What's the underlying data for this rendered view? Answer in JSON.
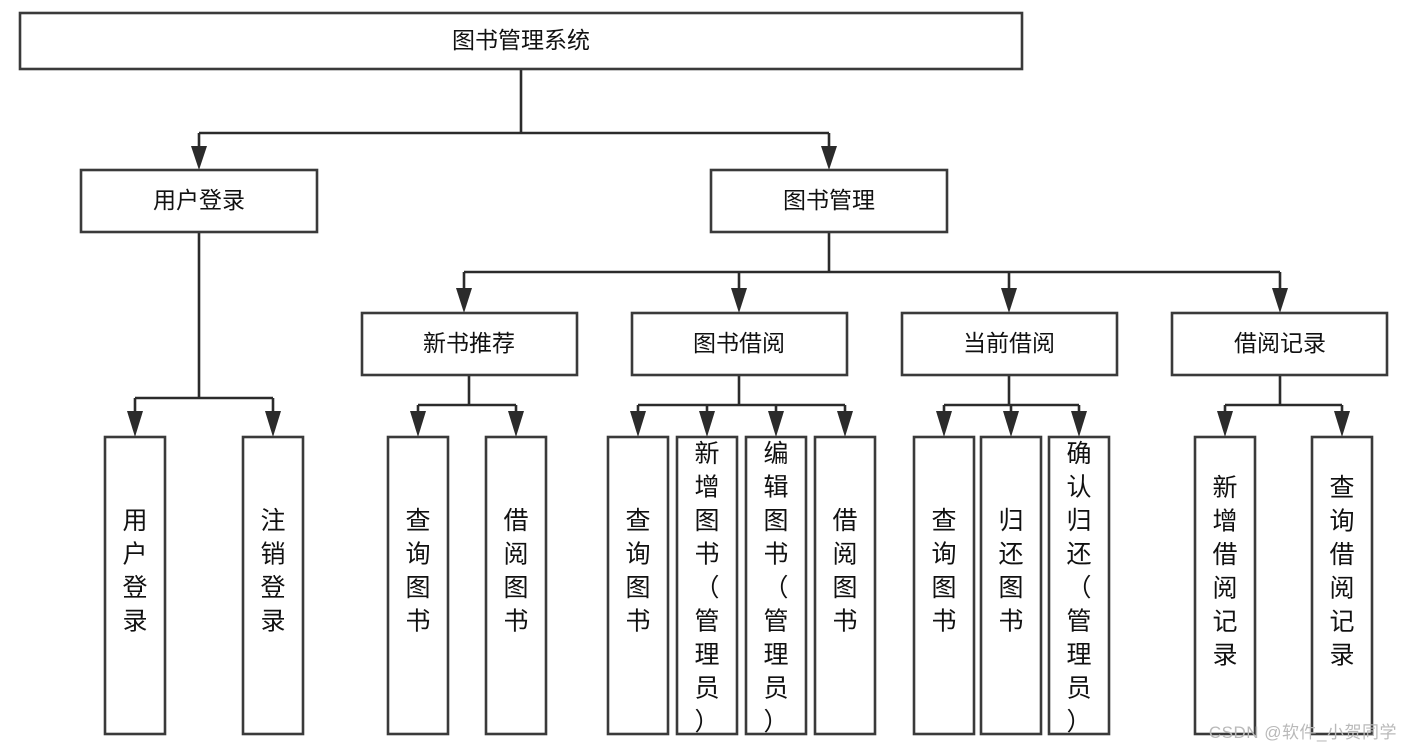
{
  "diagram": {
    "type": "tree-hierarchy-diagram",
    "title": "图书管理系统",
    "watermark": "CSDN @软件_小贺同学",
    "colors": {
      "box_stroke": "#3a3a3a",
      "connector": "#2b2b2b",
      "box_fill": "#ffffff",
      "text": "#111111",
      "watermark": "#b9b9b9"
    },
    "levels": [
      {
        "level": 1,
        "nodes": [
          {
            "id": "root",
            "label": "图书管理系统",
            "orientation": "horizontal"
          }
        ]
      },
      {
        "level": 2,
        "nodes": [
          {
            "id": "user-login",
            "label": "用户登录",
            "orientation": "horizontal",
            "parent": "root"
          },
          {
            "id": "book-mgmt",
            "label": "图书管理",
            "orientation": "horizontal",
            "parent": "root"
          }
        ]
      },
      {
        "level": 3,
        "nodes": [
          {
            "id": "new-book-rec",
            "label": "新书推荐",
            "orientation": "horizontal",
            "parent": "book-mgmt"
          },
          {
            "id": "book-borrow",
            "label": "图书借阅",
            "orientation": "horizontal",
            "parent": "book-mgmt"
          },
          {
            "id": "current-borrow",
            "label": "当前借阅",
            "orientation": "horizontal",
            "parent": "book-mgmt"
          },
          {
            "id": "borrow-record",
            "label": "借阅记录",
            "orientation": "horizontal",
            "parent": "book-mgmt"
          }
        ]
      },
      {
        "level": 4,
        "nodes": [
          {
            "id": "leaf-user-login",
            "label": "用户登录",
            "orientation": "vertical",
            "parent": "user-login"
          },
          {
            "id": "leaf-logout",
            "label": "注销登录",
            "orientation": "vertical",
            "parent": "user-login"
          },
          {
            "id": "leaf-query-book-1",
            "label": "查询图书",
            "orientation": "vertical",
            "parent": "new-book-rec"
          },
          {
            "id": "leaf-borrow-book-1",
            "label": "借阅图书",
            "orientation": "vertical",
            "parent": "new-book-rec"
          },
          {
            "id": "leaf-query-book-2",
            "label": "查询图书",
            "orientation": "vertical",
            "parent": "book-borrow"
          },
          {
            "id": "leaf-add-book",
            "label": "新增图书（管理员）",
            "orientation": "vertical",
            "parent": "book-borrow"
          },
          {
            "id": "leaf-edit-book",
            "label": "编辑图书（管理员）",
            "orientation": "vertical",
            "parent": "book-borrow"
          },
          {
            "id": "leaf-borrow-book-2",
            "label": "借阅图书",
            "orientation": "vertical",
            "parent": "book-borrow"
          },
          {
            "id": "leaf-query-book-3",
            "label": "查询图书",
            "orientation": "vertical",
            "parent": "current-borrow"
          },
          {
            "id": "leaf-return-book",
            "label": "归还图书",
            "orientation": "vertical",
            "parent": "current-borrow"
          },
          {
            "id": "leaf-confirm-return",
            "label": "确认归还（管理员）",
            "orientation": "vertical",
            "parent": "current-borrow"
          },
          {
            "id": "leaf-add-record",
            "label": "新增借阅记录",
            "orientation": "vertical",
            "parent": "borrow-record"
          },
          {
            "id": "leaf-query-record",
            "label": "查询借阅记录",
            "orientation": "vertical",
            "parent": "borrow-record"
          }
        ]
      }
    ]
  }
}
